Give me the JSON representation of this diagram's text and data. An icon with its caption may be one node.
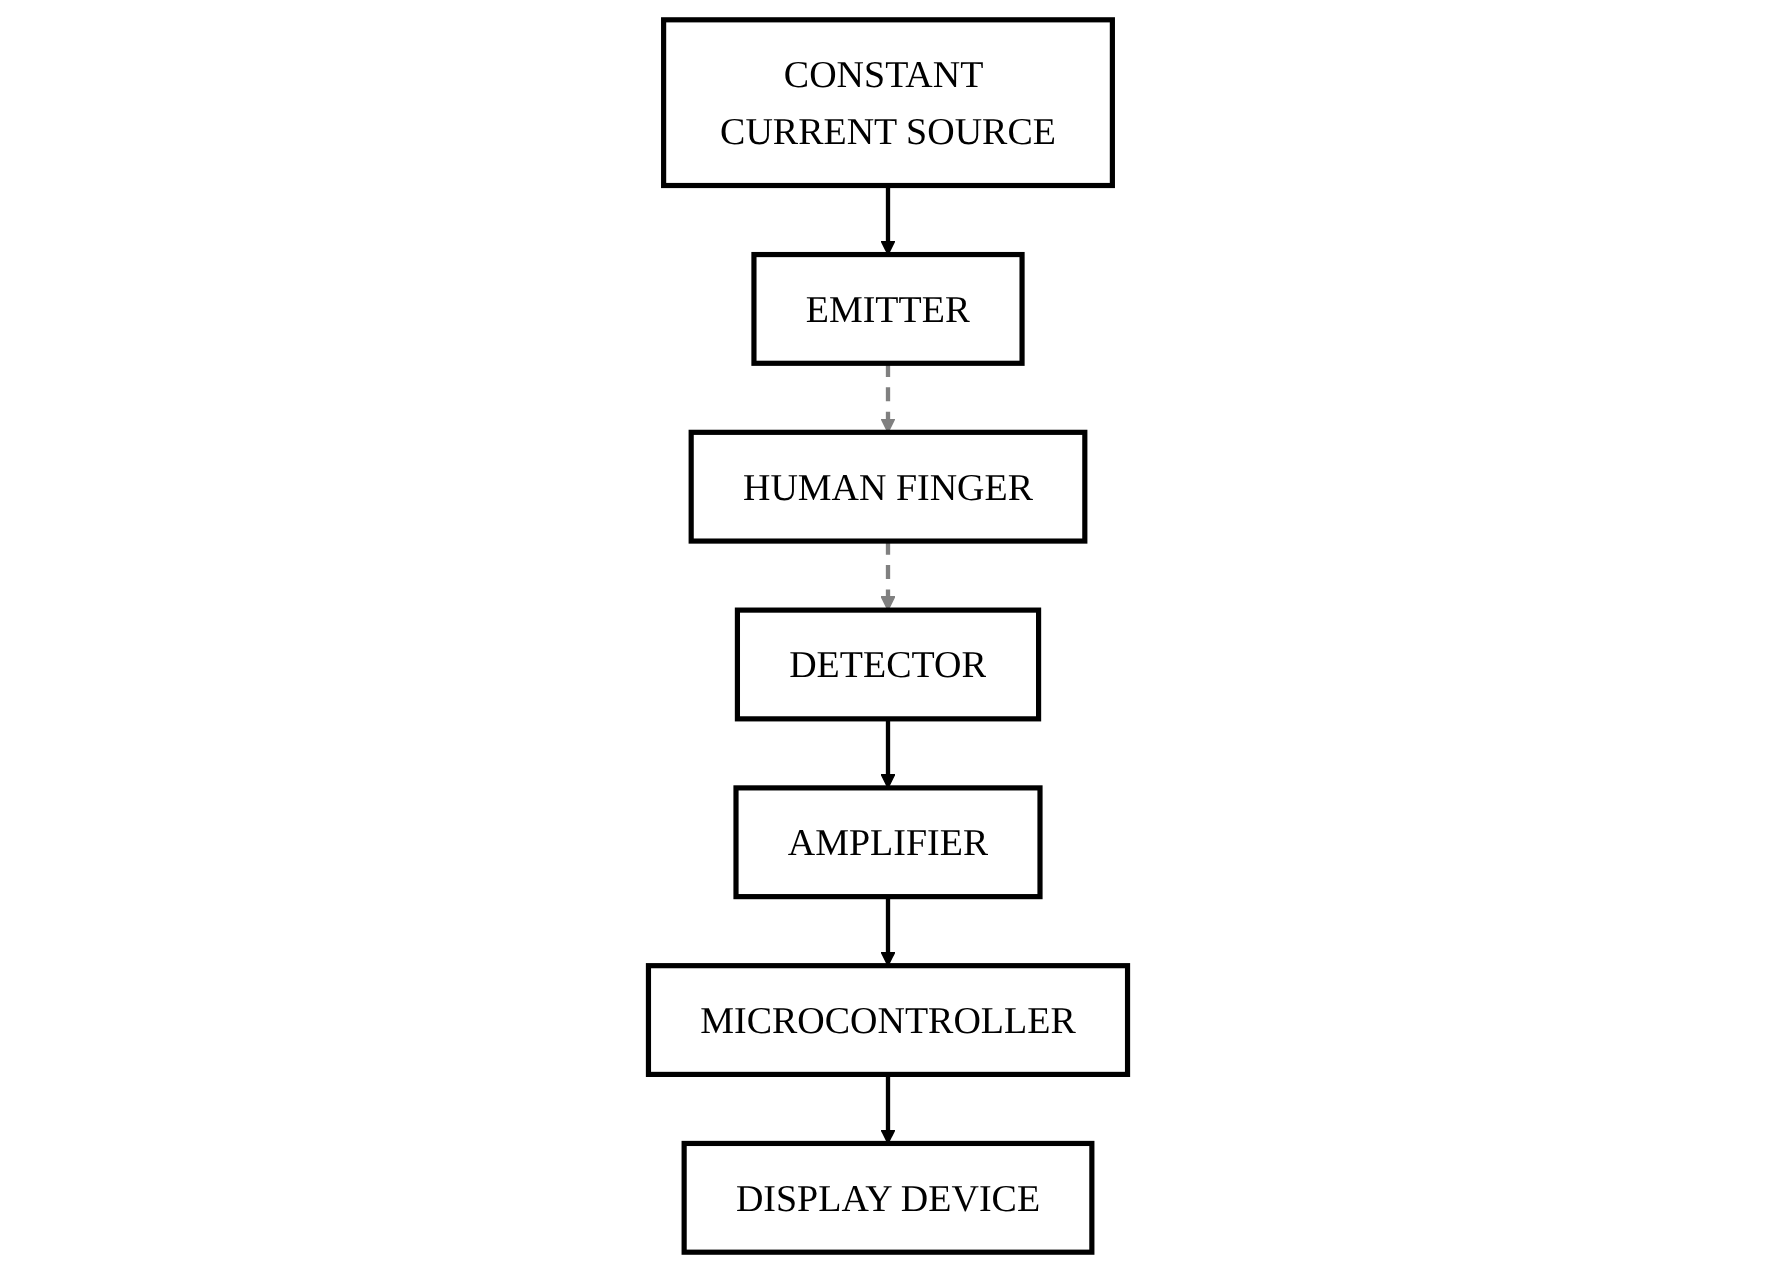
{
  "diagram": {
    "nodes": [
      {
        "text": [
          "CONSTANT CURRENT SOURCE"
        ]
      },
      {
        "text": [
          "EMITTER"
        ]
      },
      {
        "text": [
          "DETECTOR"
        ]
      },
      {
        "text": [
          "AMPLIFIER"
        ]
      },
      {
        "text": [
          "HUMAN FINGER"
        ]
      },
      {
        "text": [
          "MICROCONTROLLER"
        ]
      },
      {
        "text": [
          "DISPLAY DEVICE"
        ]
      }
    ],
    "edges": [
      {
        "from": 0,
        "to": 1,
        "arrow": "to"
      },
      {
        "from": 1,
        "to": 4,
        "arrow": "to",
        "style": "dashed",
        "color": "#808080"
      },
      {
        "from": 4,
        "to": 2,
        "arrow": "to",
        "style": "dashed",
        "color": "#808080"
      },
      {
        "from": 2,
        "to": 3,
        "arrow": "to"
      },
      {
        "from": 3,
        "to": 5,
        "arrow": "to"
      },
      {
        "from": 5,
        "to": 6,
        "arrow": "to"
      }
    ]
  }
}
